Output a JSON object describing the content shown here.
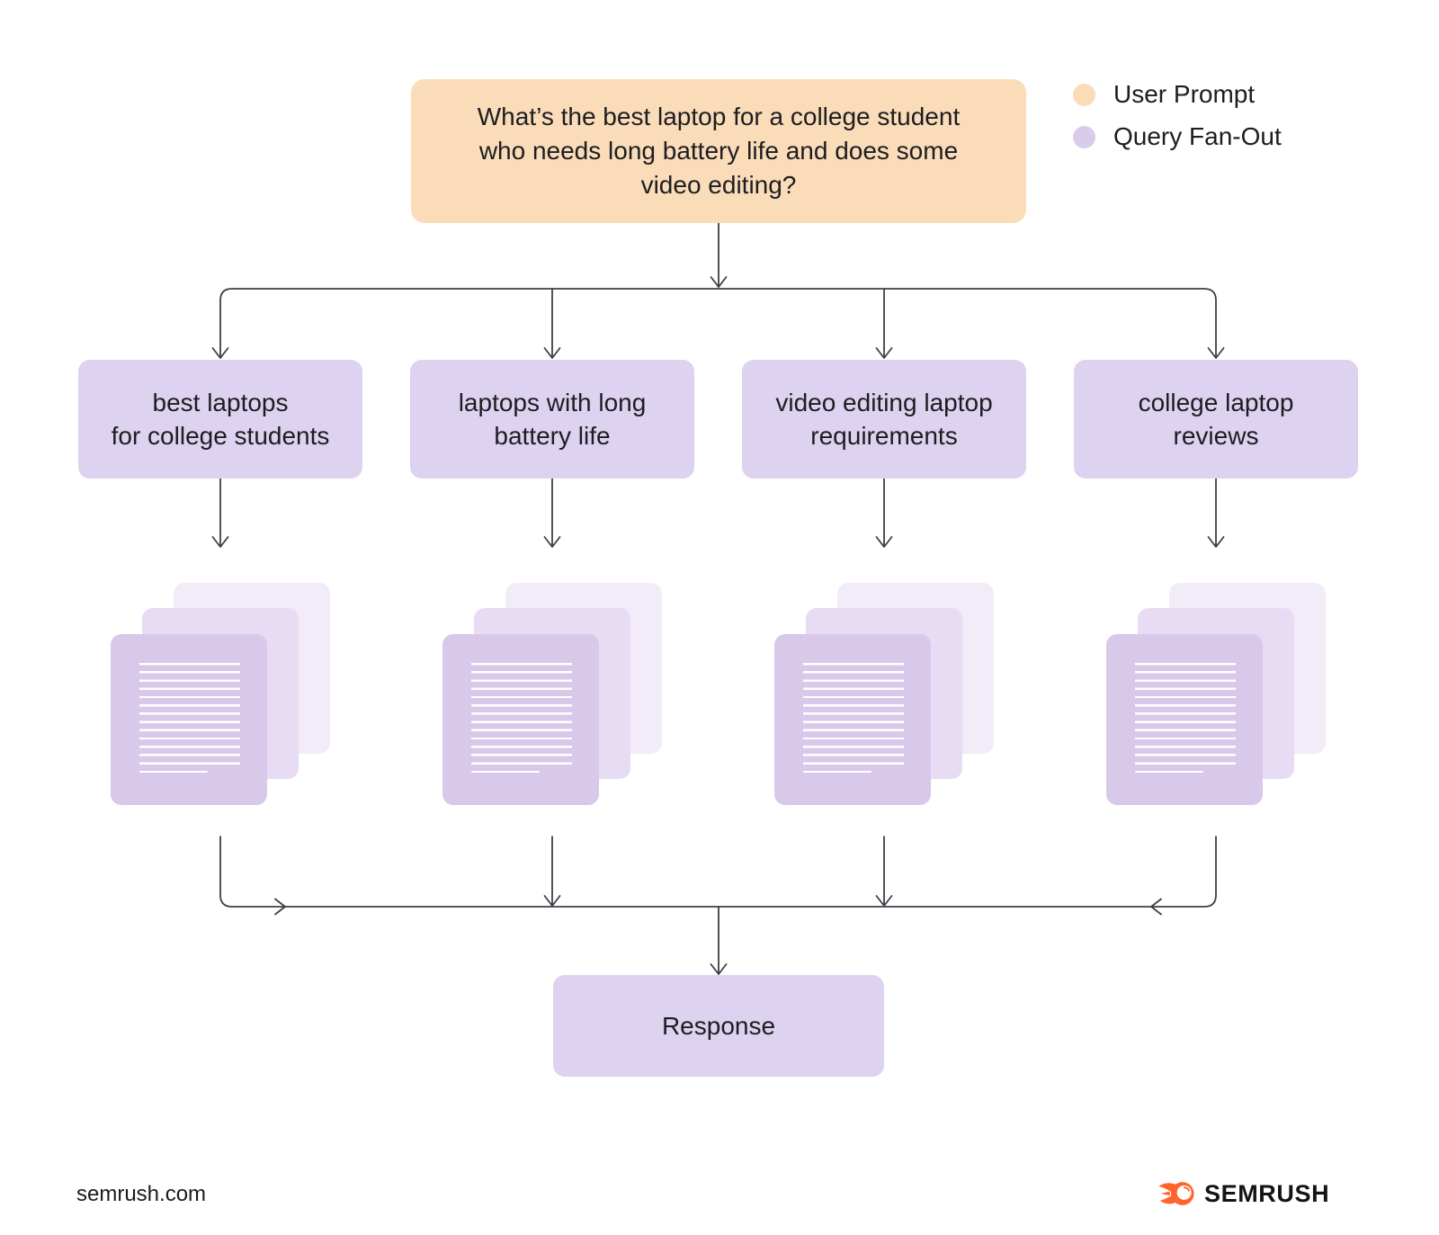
{
  "diagram": {
    "prompt": {
      "type": "user-prompt",
      "text": "What’s the best laptop for a college student\nwho needs long battery life and does some\nvideo editing?",
      "fill_color": "#FADCB9"
    },
    "legend": {
      "items": [
        {
          "label": "User Prompt",
          "color": "#FADCB9"
        },
        {
          "label": "Query Fan-Out",
          "color": "#D9CBEC"
        }
      ]
    },
    "fanout_queries": [
      {
        "label": "best laptops\nfor college students"
      },
      {
        "label": "laptops with long\nbattery life"
      },
      {
        "label": "video editing laptop\nrequirements"
      },
      {
        "label": "college laptop\nreviews"
      }
    ],
    "document_stacks": [
      {
        "icon": "document-stack-icon",
        "for_query": "best laptops for college students"
      },
      {
        "icon": "document-stack-icon",
        "for_query": "laptops with long battery life"
      },
      {
        "icon": "document-stack-icon",
        "for_query": "video editing laptop requirements"
      },
      {
        "icon": "document-stack-icon",
        "for_query": "college laptop reviews"
      }
    ],
    "response": {
      "label": "Response",
      "fill_color": "#DDD2EF"
    }
  },
  "footer": {
    "site_url": "semrush.com",
    "brand_name": "SEMRUSH",
    "brand_color": "#FF642D"
  },
  "colors": {
    "background": "#FFFFFF",
    "user_prompt_fill": "#FADCB9",
    "query_fill": "#DDD2EF",
    "document_front": "#D8C8EA",
    "document_middle": "#E7DCF4",
    "document_back": "#F2ECF9",
    "connector_line": "#3F3F47",
    "text": "#1D1D21"
  }
}
